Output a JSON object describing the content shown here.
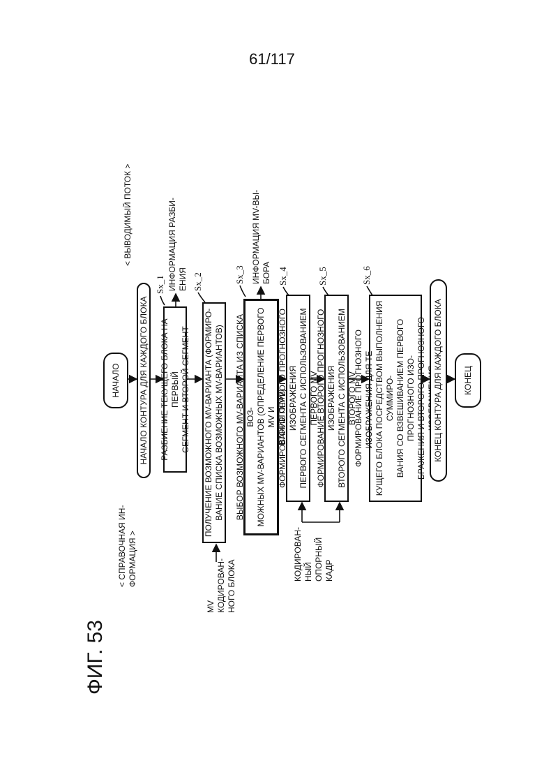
{
  "page_number": "61/117",
  "figure_title": "ФИГ. 53",
  "labels": {
    "reference_info": "< СПРАВОЧНАЯ ИН-\nФОРМАЦИЯ >",
    "output_stream": "< ВЫВОДИМЫЙ ПОТОК >",
    "mv_encoded_block": "MV КОДИРОВАН-\nНОГО БЛОКА",
    "encoded_reference_frame": "КОДИРОВАН-\nНЫЙ ОПОРНЫЙ\nКАДР",
    "split_info": "ИНФОРМАЦИЯ РАЗБИ-\nЕНИЯ",
    "mv_selection_info": "ИНФОРМАЦИЯ MV-ВЫ-\nБОРА"
  },
  "flow": {
    "start": "НАЧАЛО",
    "loop_start": "НАЧАЛО КОНТУРА ДЛЯ КАЖДОГО БЛОКА",
    "sx1": "РАЗБИЕНИЕ ТЕКУЩЕГО БЛОКА НА ПЕРВЫЙ\nСЕГМЕНТ И ВТОРОЙ СЕГМЕНТ",
    "sx2": "ПОЛУЧЕНИЕ ВОЗМОЖНОГО MV-ВАРИАНТА (ФОРМИРО-\nВАНИЕ СПИСКА ВОЗМОЖНЫХ MV-ВАРИАНТОВ)",
    "sx3": "ВЫБОР ВОЗМОЖНОГО MV-ВАРИАНТА ИЗ СПИСКА ВОЗ-\nМОЖНЫХ MV-ВАРИАНТОВ (ОПРЕДЕЛЕНИЕ ПЕРВОГО MV И\nВТОРОГО MV)",
    "sx4": "ФОРМИРОВАНИЕ ПЕРВОГО ПРОГНОЗНОГО ИЗОБРАЖЕНИЯ\nПЕРВОГО СЕГМЕНТА С ИСПОЛЬЗОВАНИЕМ ПЕРВОГО MV",
    "sx5": "ФОРМИРОВАНИЕ ВТОРОГО ПРОГНОЗНОГО ИЗОБРАЖЕНИЯ\nВТОРОГО СЕГМЕНТА С ИСПОЛЬЗОВАНИЕМ ВТОРОГО MV",
    "sx6": "ФОРМИРОВАНИЕ ПРОГНОЗНОГО ИЗОБРАЖЕНИЯ ДЛЯ ТЕ-\nКУЩЕГО БЛОКА ПОСРЕДСТВОМ ВЫПОЛНЕНИЯ СУММИРО-\nВАНИЯ СО ВЗВЕШИВАНИЕМ ПЕРВОГО ПРОГНОЗНОГО ИЗО-\nБРАЖЕНИЯ И ВТОРОГО ПРОГНОЗНОГО ИЗОБРАЖЕНИЯ",
    "loop_end": "КОНЕЦ КОНТУРА ДЛЯ КАЖДОГО БЛОКА",
    "end": "КОНЕЦ"
  },
  "steps": [
    "Sx_1",
    "Sx_2",
    "Sx_3",
    "Sx_4",
    "Sx_5",
    "Sx_6"
  ]
}
